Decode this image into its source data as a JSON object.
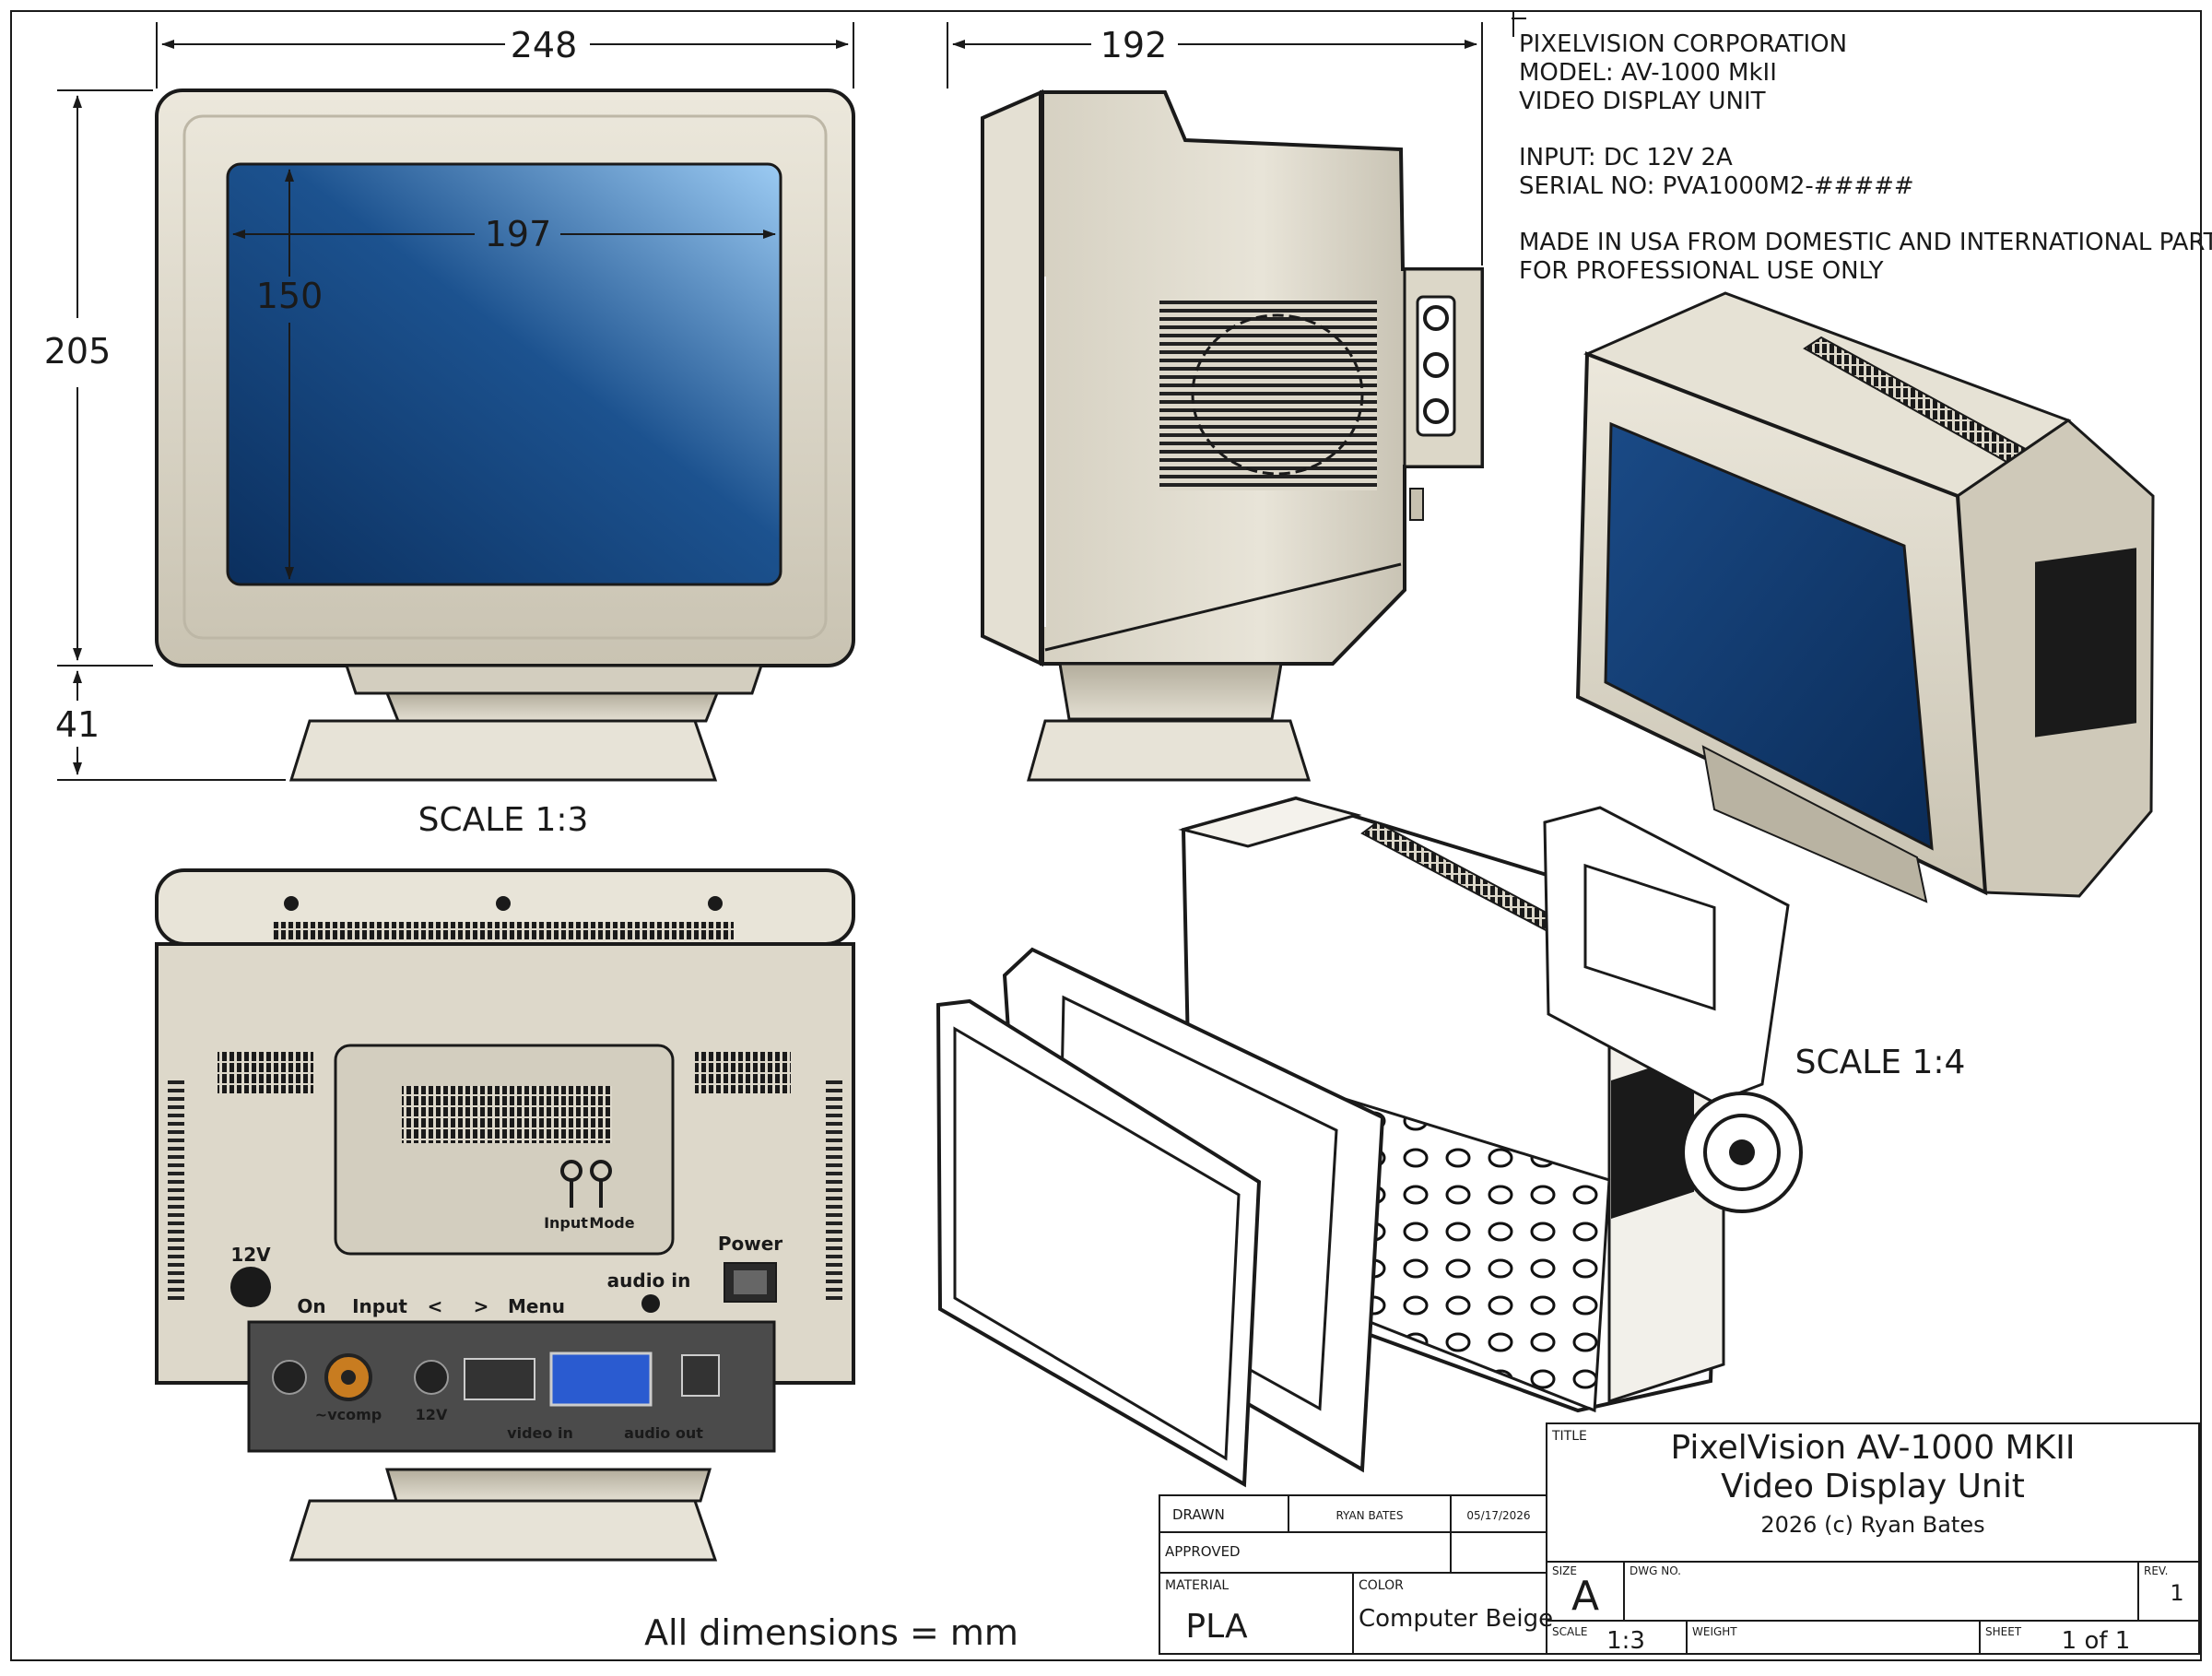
{
  "dimensions": {
    "front_width": "248",
    "front_height": "205",
    "stand_height": "41",
    "screen_width": "197",
    "screen_height": "150",
    "side_depth": "192"
  },
  "labels": {
    "scale_front": "SCALE 1:3",
    "scale_iso": "SCALE 1:4",
    "units_note": "All dimensions = mm"
  },
  "spec_block": {
    "lines": [
      "PIXELVISION CORPORATION",
      "MODEL: AV-1000 MkII",
      "VIDEO DISPLAY UNIT",
      "INPUT: DC 12V 2A",
      "SERIAL NO: PVA1000M2-#####",
      "MADE IN USA FROM DOMESTIC AND INTERNATIONAL PARTS",
      "FOR PROFESSIONAL USE ONLY"
    ]
  },
  "rear_panel": {
    "label_12v": "12V",
    "label_power": "Power",
    "label_on": "On",
    "label_input": "Input",
    "label_left": "<",
    "label_right": ">",
    "label_menu": "Menu",
    "label_audio_in": "audio in",
    "label_input_knob": "Input",
    "label_mode_knob": "Mode",
    "label_vcomp": "~vcomp",
    "label_12v_out": "12V",
    "label_video_in": "video in",
    "label_audio_out": "audio out"
  },
  "title_block": {
    "title_caption": "TITLE",
    "title_line1": "PixelVision AV-1000 MKII",
    "title_line2": "Video Display Unit",
    "title_line3": "2026 (c) Ryan Bates",
    "drawn_caption": "DRAWN",
    "drawn_name": "RYAN BATES",
    "drawn_date": "05/17/2026",
    "approved_caption": "APPROVED",
    "material_caption": "MATERIAL",
    "material_value": "PLA",
    "color_caption": "COLOR",
    "color_value": "Computer Beige",
    "size_caption": "SIZE",
    "size_value": "A",
    "dwg_caption": "DWG NO.",
    "rev_caption": "REV.",
    "rev_value": "1",
    "scale_caption": "SCALE",
    "scale_value": "1:3",
    "weight_caption": "WEIGHT",
    "sheet_caption": "SHEET",
    "sheet_value": "1 of 1"
  },
  "colors": {
    "beige": "#d8d3c5",
    "beige_dark": "#a8a291",
    "screen_dark": "#0f3a70",
    "screen_light": "#8ec0ee",
    "line": "#1a1a1a",
    "panel_grey": "#555555"
  }
}
